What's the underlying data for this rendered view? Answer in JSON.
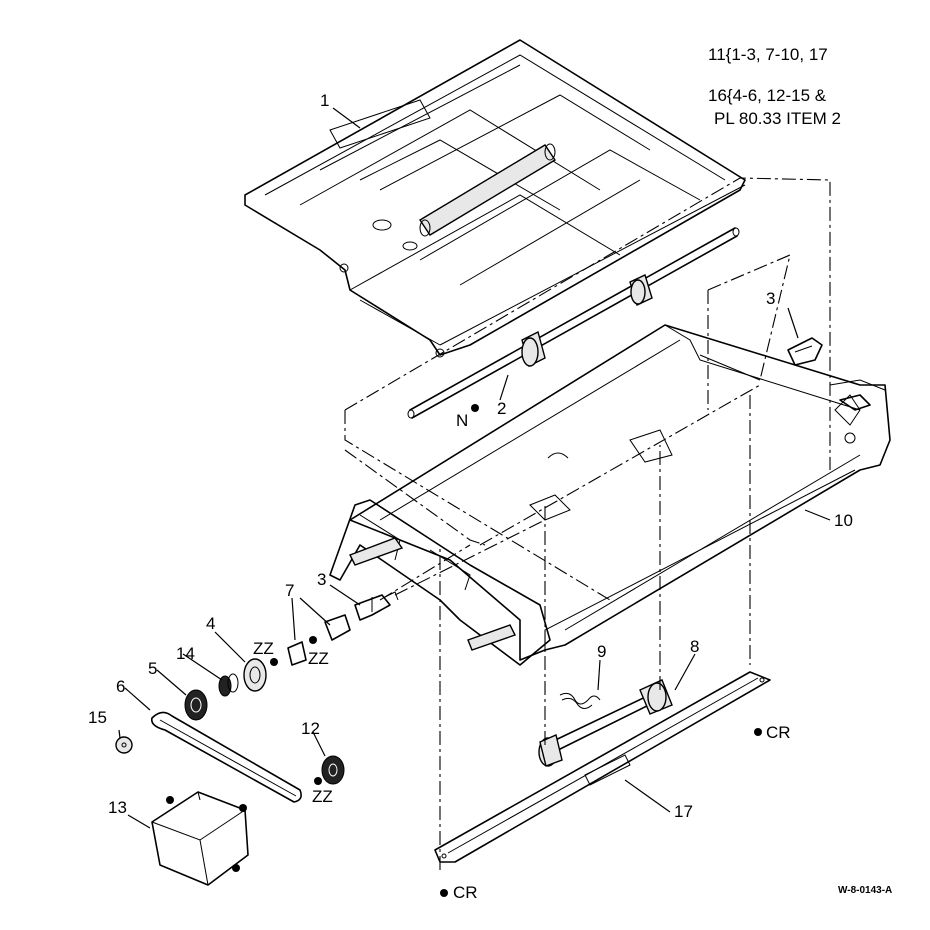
{
  "notes": {
    "line1": "11{1-3, 7-10, 17",
    "line2": "16{4-6, 12-15 &",
    "line3": "PL 80.33 ITEM 2"
  },
  "callouts": {
    "c1": "1",
    "c2": "2",
    "c3a": "3",
    "c3b": "3",
    "c4": "4",
    "c5": "5",
    "c6": "6",
    "c7": "7",
    "c8": "8",
    "c9": "9",
    "c10": "10",
    "c12": "12",
    "c13": "13",
    "c14": "14",
    "c15": "15",
    "c17": "17"
  },
  "markers": {
    "n": "N",
    "zz1": "ZZ",
    "zz2": "ZZ",
    "zz3": "ZZ",
    "cr1": "CR",
    "cr2": "CR"
  },
  "figure_ref": "W-8-0143-A"
}
